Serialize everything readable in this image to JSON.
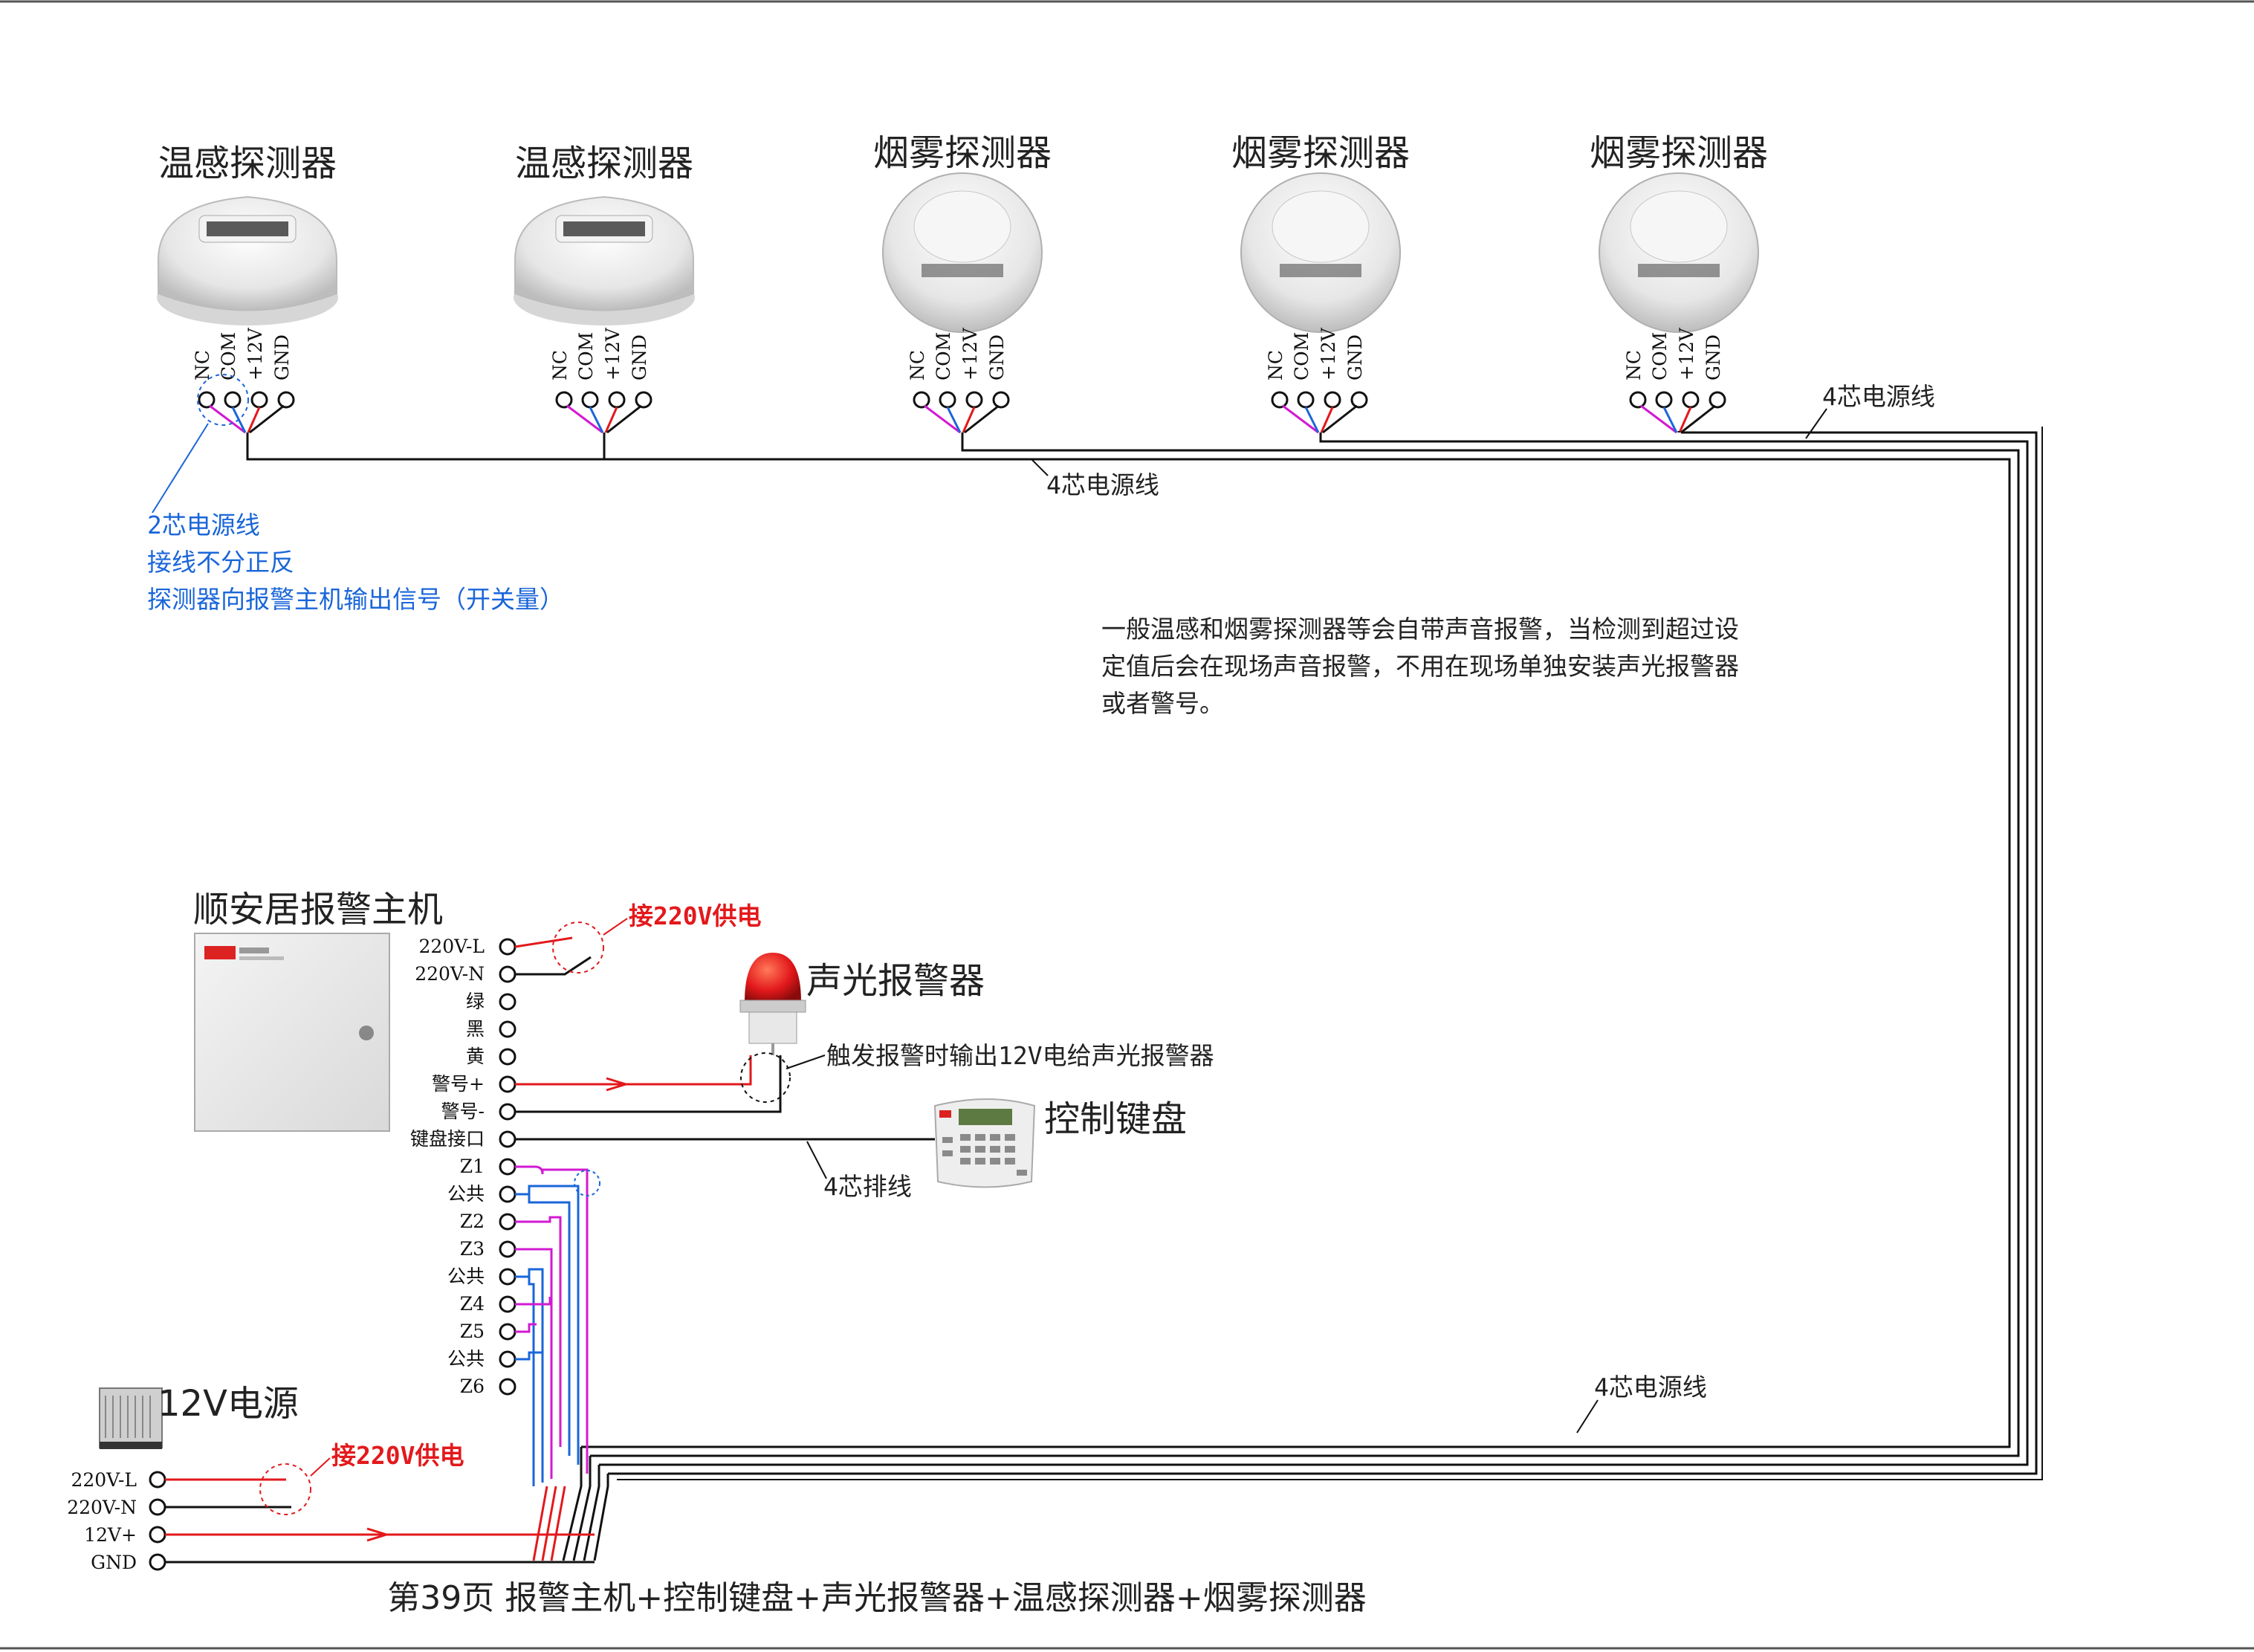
{
  "detectors": [
    {
      "label": "温感探测器",
      "type": "heat"
    },
    {
      "label": "温感探测器",
      "type": "heat"
    },
    {
      "label": "烟雾探测器",
      "type": "smoke"
    },
    {
      "label": "烟雾探测器",
      "type": "smoke"
    },
    {
      "label": "烟雾探测器",
      "type": "smoke"
    }
  ],
  "detector_terminals": [
    "NC",
    "COM",
    "+12V",
    "GND"
  ],
  "wire_labels": {
    "top_right": "4芯电源线",
    "top_mid": "4芯电源线",
    "bottom": "4芯电源线",
    "keypad_cable": "4芯排线"
  },
  "blue_note": [
    "2芯电源线",
    "接线不分正反",
    "探测器向报警主机输出信号（开关量）"
  ],
  "center_note": [
    "一般温感和烟雾探测器等会自带声音报警，当检测到超过设",
    "定值后会在现场声音报警，不用在现场单独安装声光报警器",
    "或者警号。"
  ],
  "host": {
    "title": "顺安居报警主机",
    "terminals": [
      "220V-L",
      "220V-N",
      "绿",
      "黑",
      "黄",
      "警号+",
      "警号-",
      "键盘接口",
      "Z1",
      "公共",
      "Z2",
      "Z3",
      "公共",
      "Z4",
      "Z5",
      "公共",
      "Z6"
    ],
    "power_note": "接220V供电"
  },
  "siren": {
    "label": "声光报警器",
    "note": "触发报警时输出12V电给声光报警器"
  },
  "keypad": {
    "label": "控制键盘"
  },
  "psu": {
    "label": "12V电源",
    "terminals": [
      "220V-L",
      "220V-N",
      "12V+",
      "GND"
    ],
    "power_note": "接220V供电"
  },
  "caption": "第39页  报警主机+控制键盘+声光报警器+温感探测器+烟雾探测器",
  "colors": {
    "red": "#e3191c",
    "blue": "#1a66d9",
    "magenta": "#d21ad2",
    "black": "#111111"
  }
}
